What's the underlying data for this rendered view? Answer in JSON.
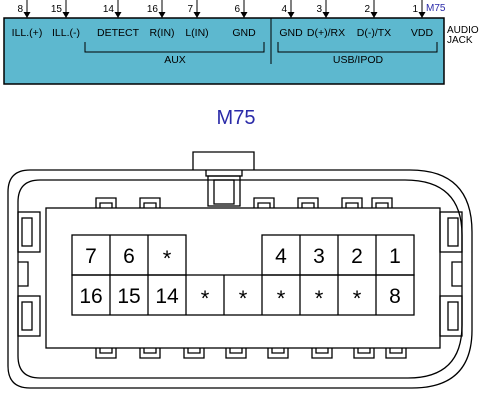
{
  "jack": {
    "pins": [
      {
        "num": "8",
        "signal": "ILL.(+)"
      },
      {
        "num": "15",
        "signal": "ILL.(-)"
      },
      {
        "num": "14",
        "signal": "DETECT"
      },
      {
        "num": "16",
        "signal": "R(IN)"
      },
      {
        "num": "7",
        "signal": "L(IN)"
      },
      {
        "num": "6",
        "signal": "GND"
      },
      {
        "num": "4",
        "signal": "GND"
      },
      {
        "num": "3",
        "signal": "D(+)/RX"
      },
      {
        "num": "2",
        "signal": "D(-)/TX"
      },
      {
        "num": "1",
        "signal": "VDD"
      }
    ],
    "connector_ref": "M75",
    "groups": [
      "AUX",
      "USB/IPOD"
    ],
    "side_label_line1": "AUDIO",
    "side_label_line2": "JACK",
    "fill_color": "#5db8cf"
  },
  "connector": {
    "title": "M75",
    "top_row": [
      "7",
      "6",
      "*",
      "",
      "",
      "4",
      "3",
      "2",
      "1"
    ],
    "bottom_row": [
      "16",
      "15",
      "14",
      "*",
      "*",
      "*",
      "*",
      "*",
      "8"
    ]
  }
}
